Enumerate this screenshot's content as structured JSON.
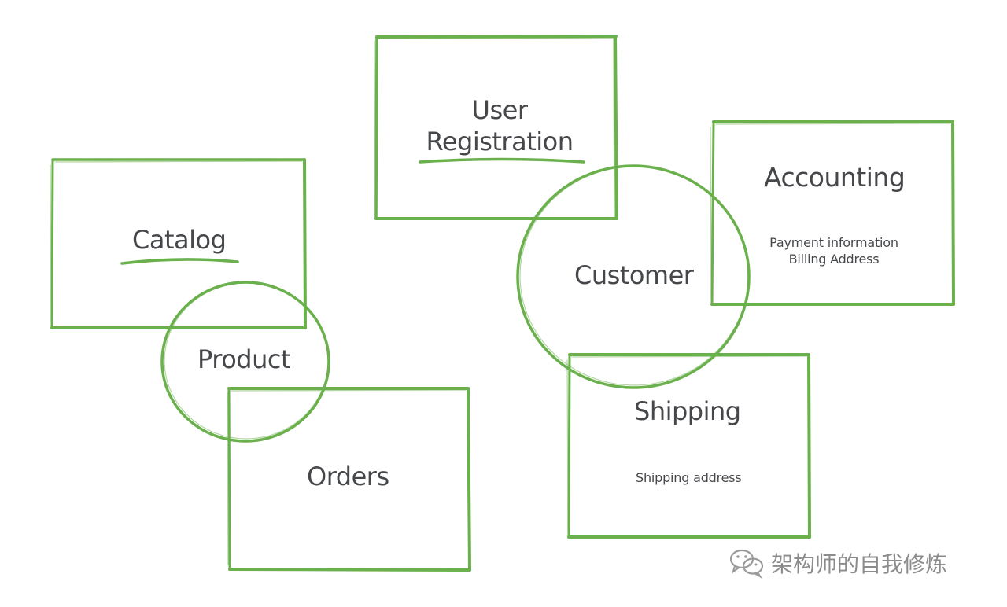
{
  "diagram": {
    "boxes": {
      "user_registration": {
        "line1": "User",
        "line2": "Registration"
      },
      "catalog": {
        "title": "Catalog"
      },
      "orders": {
        "title": "Orders"
      },
      "accounting": {
        "title": "Accounting",
        "detail1": "Payment information",
        "detail2": "Billing Address"
      },
      "shipping": {
        "title": "Shipping",
        "detail1": "Shipping address"
      }
    },
    "circles": {
      "product": {
        "title": "Product"
      },
      "customer": {
        "title": "Customer"
      }
    },
    "stroke_color": "#6ab04c"
  },
  "watermark": {
    "text": "架构师的自我修炼",
    "icon": "wechat-icon"
  }
}
